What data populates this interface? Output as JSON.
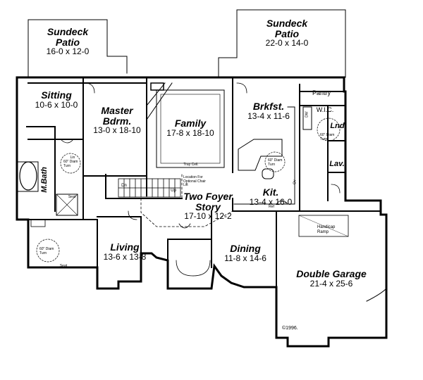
{
  "plan": {
    "rooms": [
      {
        "id": "sundeck-left",
        "name_line1": "Sundeck",
        "name_line2": "Patio",
        "dims": "16-0 x 12-0"
      },
      {
        "id": "sundeck-right",
        "name_line1": "Sundeck",
        "name_line2": "Patio",
        "dims": "22-0 x 14-0"
      },
      {
        "id": "sitting",
        "name_line1": "Sitting",
        "name_line2": "",
        "dims": "10-6 x 10-0"
      },
      {
        "id": "master",
        "name_line1": "Master",
        "name_line2": "Bdrm.",
        "dims": "13-0 x 18-10"
      },
      {
        "id": "family",
        "name_line1": "Family",
        "name_line2": "",
        "dims": "17-8 x 18-10"
      },
      {
        "id": "brkfst",
        "name_line1": "Brkfst.",
        "name_line2": "",
        "dims": "13-4 x 11-6"
      },
      {
        "id": "kit",
        "name_line1": "Kit.",
        "name_line2": "",
        "dims": "13-4 x 16-0"
      },
      {
        "id": "foyer",
        "name_line1": "Two Foyer",
        "name_line2": "Story",
        "dims": "17-10 x 12-2"
      },
      {
        "id": "living",
        "name_line1": "Living",
        "name_line2": "",
        "dims": "13-6 x 13-8"
      },
      {
        "id": "dining",
        "name_line1": "Dining",
        "name_line2": "",
        "dims": "11-8 x 14-6"
      },
      {
        "id": "garage",
        "name_line1": "Double Garage",
        "name_line2": "",
        "dims": "21-4 x 25-6"
      }
    ],
    "small_labels": {
      "pantry": "Pantry",
      "lnd": "Lnd.",
      "lav": "Lav.",
      "mbath": "M.Bath",
      "wic": "W.I.C.",
      "seat": "Seat",
      "seat2": "Seat",
      "dn": "Dn",
      "up": "Up",
      "lin": "Lin",
      "ref": "Ref",
      "ov": "Ov",
      "ds": "DW",
      "tray_ceil": "Tray Ceil.",
      "elevator": "Location For Optional Chair Lift",
      "handicap": "Handicap Ramp",
      "turn1": "60\" Diam Turn",
      "turn2": "60\" Diam Turn",
      "turn3": "60\" Diam Turn",
      "turn4": "60\" Diam Turn",
      "copyright": "©1996."
    }
  }
}
